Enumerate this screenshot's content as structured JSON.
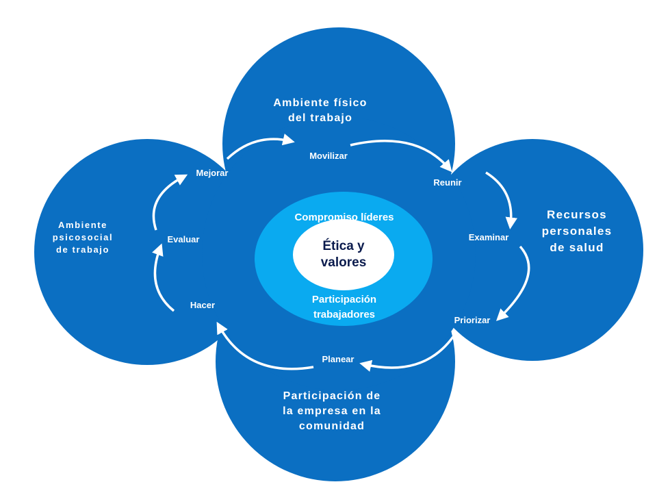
{
  "colors": {
    "outer": "#0b6fc2",
    "ring": "#0aaaf0",
    "core": "#ffffff",
    "core_text": "#0b1b4d",
    "label_text": "#ffffff"
  },
  "regions": {
    "top": [
      "Ambiente físico",
      "del trabajo"
    ],
    "left": [
      "Ambiente",
      "psicosocial",
      "de trabajo"
    ],
    "right": [
      "Recursos",
      "personales",
      "de salud"
    ],
    "bottom": [
      "Participación de",
      "la empresa en la",
      "comunidad"
    ]
  },
  "cycle_steps": {
    "movilizar": "Movilizar",
    "reunir": "Reunir",
    "examinar": "Examinar",
    "priorizar": "Priorizar",
    "planear": "Planear",
    "hacer": "Hacer",
    "evaluar": "Evaluar",
    "mejorar": "Mejorar"
  },
  "ring": {
    "top": "Compromiso líderes",
    "bottom": [
      "Participación",
      "trabajadores"
    ]
  },
  "core": [
    "Ética y",
    "valores"
  ]
}
